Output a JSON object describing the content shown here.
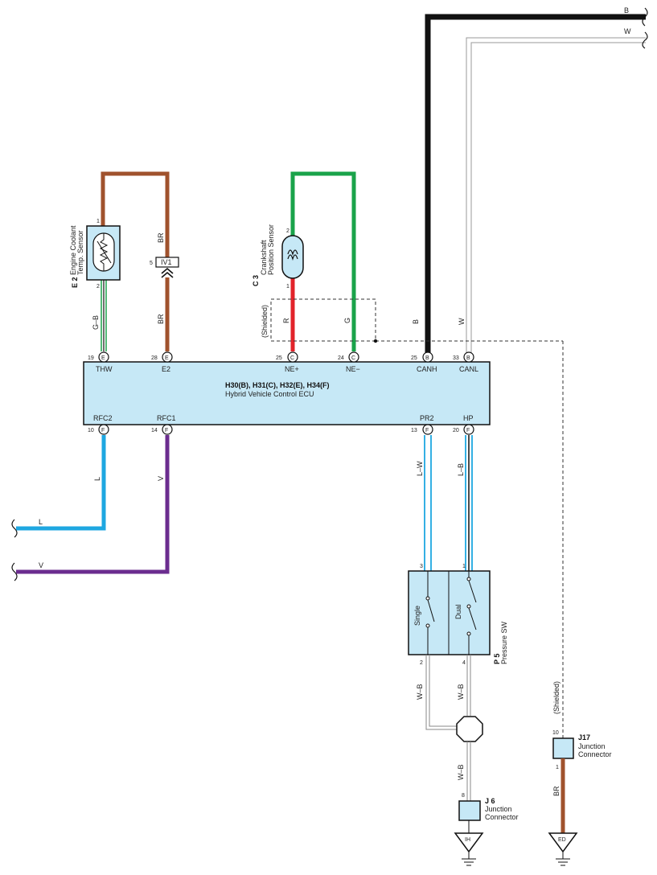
{
  "ecu": {
    "connectors": "H30(B), H31(C), H32(E), H34(F)",
    "name": "Hybrid Vehicle Control ECU",
    "top_pins": [
      {
        "num": "19",
        "conn": "E",
        "label": "THW"
      },
      {
        "num": "28",
        "conn": "E",
        "label": "E2"
      },
      {
        "num": "25",
        "conn": "C",
        "label": "NE+"
      },
      {
        "num": "24",
        "conn": "C",
        "label": "NE−"
      },
      {
        "num": "25",
        "conn": "B",
        "label": "CANH"
      },
      {
        "num": "33",
        "conn": "B",
        "label": "CANL"
      }
    ],
    "bottom_pins": [
      {
        "num": "10",
        "conn": "F",
        "label": "RFC2"
      },
      {
        "num": "14",
        "conn": "F",
        "label": "RFC1"
      },
      {
        "num": "13",
        "conn": "F",
        "label": "PR2"
      },
      {
        "num": "20",
        "conn": "F",
        "label": "HP"
      }
    ]
  },
  "coolant_sensor": {
    "code": "E 2",
    "line1": "Engine Coolant",
    "line2": "Temp. Sensor",
    "pin_top": "1",
    "pin_bottom": "2"
  },
  "crank_sensor": {
    "code": "C 3",
    "line1": "Crankshaft",
    "line2": "Position Sensor",
    "pin_top": "2",
    "pin_bottom": "1"
  },
  "pressure_sw": {
    "code": "P 5",
    "name": "Pressure SW",
    "single": "Single",
    "dual": "Dual",
    "pin1": "1",
    "pin2": "2",
    "pin3": "3",
    "pin4": "4"
  },
  "iv1": {
    "pin": "5",
    "label": "IV1"
  },
  "j17": {
    "code": "J17",
    "line1": "Junction",
    "line2": "Connector",
    "pin_top": "10",
    "pin_bottom": "1"
  },
  "j6": {
    "code": "J 6",
    "line1": "Junction",
    "line2": "Connector",
    "pin_top": "8"
  },
  "grounds": {
    "ih": "IH",
    "ed": "ED"
  },
  "shielded": "(Shielded)",
  "wires": {
    "b": "B",
    "w": "W",
    "br": "BR",
    "gb": "G–B",
    "r": "R",
    "g": "G",
    "l": "L",
    "v": "V",
    "lw": "L–W",
    "lb": "L–B",
    "wb": "W–B"
  },
  "colors": {
    "brown": "#a0522d",
    "green": "#1aa34a",
    "red": "#e2232a",
    "black": "#111111",
    "blue": "#1ea7e1",
    "violet": "#6b2d8f",
    "ecu_fill": "#c6e8f6"
  }
}
